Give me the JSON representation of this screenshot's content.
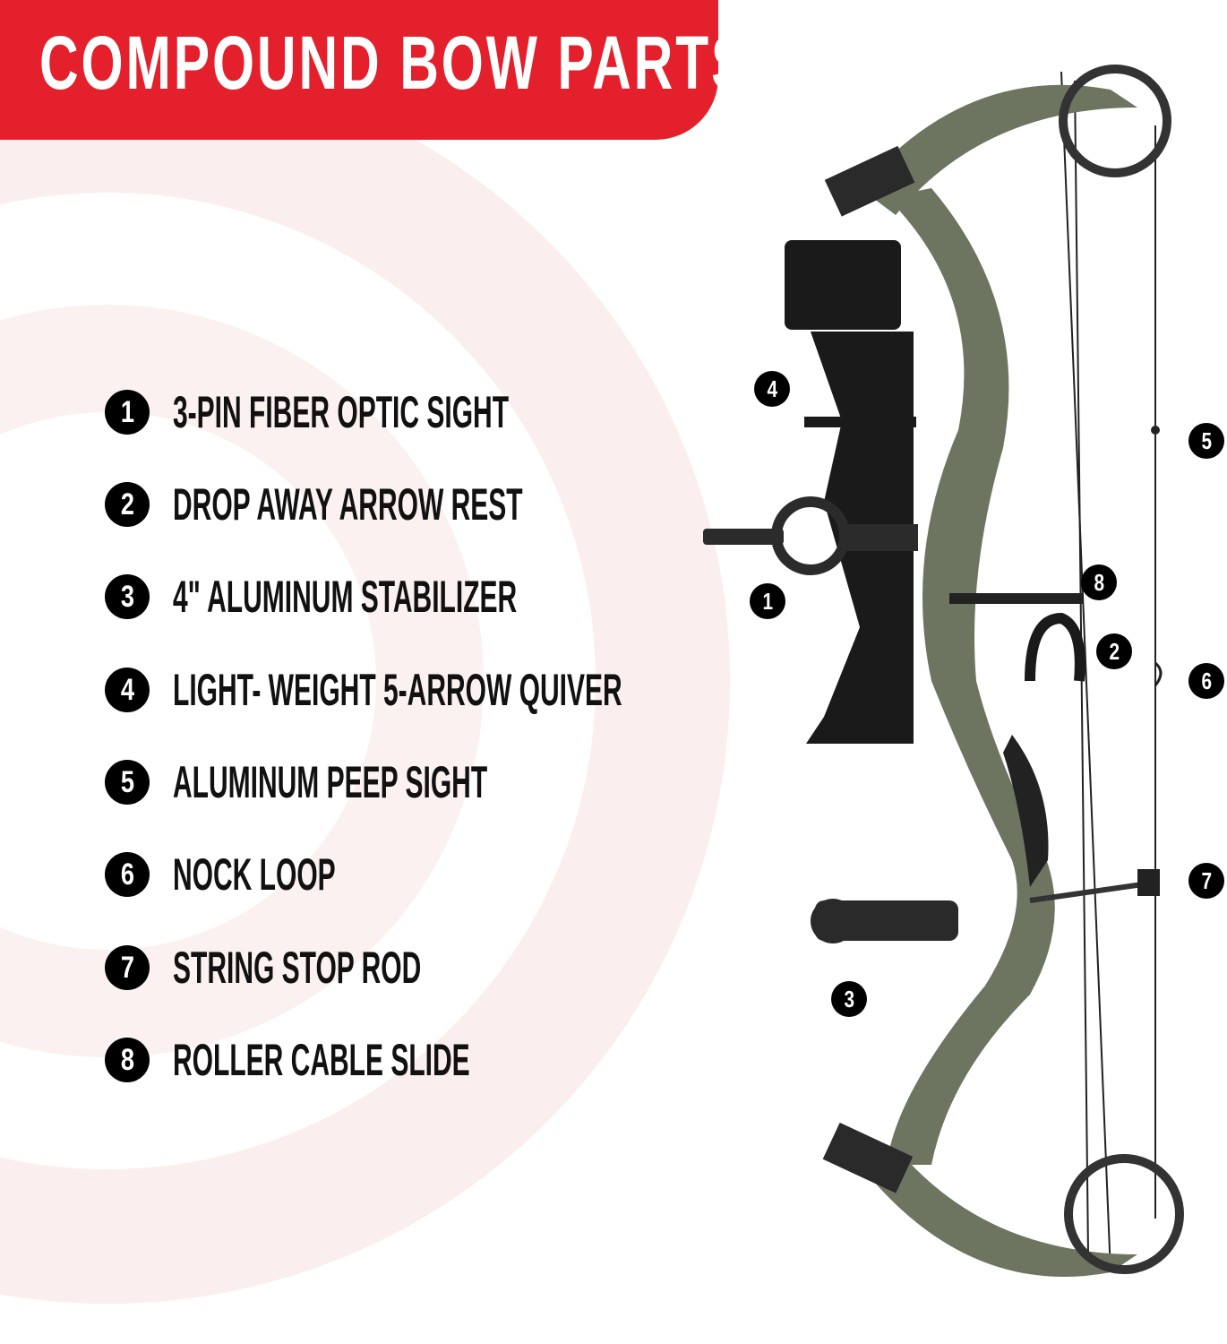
{
  "title": "COMPOUND BOW PARTS",
  "parts": [
    {
      "number": "1",
      "label": "3-PIN FIBER OPTIC SIGHT"
    },
    {
      "number": "2",
      "label": "DROP AWAY ARROW REST"
    },
    {
      "number": "3",
      "label": "4\" ALUMINUM STABILIZER"
    },
    {
      "number": "4",
      "label": "LIGHT- WEIGHT 5-ARROW QUIVER"
    },
    {
      "number": "5",
      "label": "ALUMINUM PEEP SIGHT"
    },
    {
      "number": "6",
      "label": "NOCK LOOP"
    },
    {
      "number": "7",
      "label": "STRING STOP ROD"
    },
    {
      "number": "8",
      "label": "ROLLER CABLE SLIDE"
    }
  ],
  "colors": {
    "banner": "#e3202b",
    "riser": "#6d7560",
    "accessory": "#1a1a1a"
  }
}
